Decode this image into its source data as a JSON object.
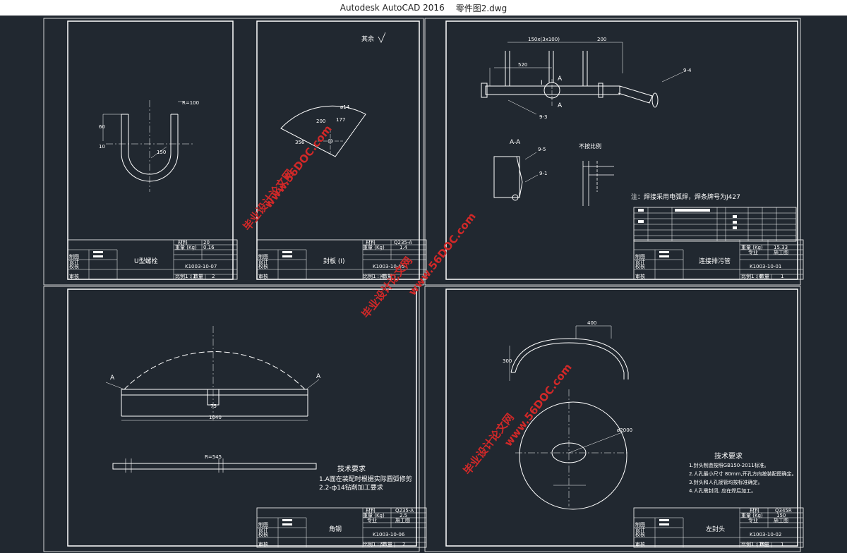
{
  "window": {
    "app_name": "Autodesk AutoCAD 2016",
    "file_name": "零件图2.dwg"
  },
  "watermarks": {
    "cn": "毕业设计论文网",
    "url": "www.56DOC.com"
  },
  "tb_labels": {
    "material": "材料",
    "weight": "重量 (Kg)",
    "specialty": "专业",
    "construction": "施工图",
    "drawn": "制图",
    "design": "设计",
    "check": "校核",
    "review": "审核",
    "scale": "比例",
    "qty": "数量"
  },
  "drawings": {
    "u_bolt": {
      "material": "20",
      "weight": "0.16",
      "name": "U型螺栓",
      "code": "K1003-10-07",
      "scale": "1 : 1",
      "qty": "2",
      "dims": [
        "R=100",
        "10",
        "60",
        "150"
      ]
    },
    "seal_plate": {
      "material": "Q235-A",
      "weight": "1.4",
      "name": "封板 (I)",
      "code": "K1003-10-05",
      "scale": "1 : 4",
      "qty": "",
      "note": "其余",
      "dims": [
        "177",
        "200",
        "356",
        "ø14"
      ]
    },
    "discharge_pipe": {
      "weight": "15.33",
      "name": "连接排污管",
      "code": "K1003-10-01",
      "scale": "1 : 6",
      "qty": "1",
      "note": "注：焊接采用电弧焊，焊条牌号为J427",
      "section_label": "A-A",
      "detail_label": "不按比例",
      "callouts": [
        "9-4",
        "9-3",
        "9-5",
        "9-1",
        "A",
        "A",
        "I"
      ]
    },
    "angle_steel": {
      "material": "Q235-A",
      "weight": "2.5",
      "name": "角钢",
      "code": "K1003-10-06",
      "scale": "1 : 5",
      "qty": "2",
      "req_title": "技术要求",
      "req_items": [
        "1.A面在装配时根据实际圆弧修剪",
        "2.2-ф14钻削加工要求"
      ],
      "dims": [
        "A",
        "A",
        "1040",
        "75",
        "R=545"
      ]
    },
    "left_head": {
      "material": "Q345R",
      "weight": "150",
      "name": "左封头",
      "code": "K1003-10-02",
      "scale": "1 : 10",
      "qty": "1",
      "req_title": "技术要求",
      "req_items": [
        "1.封头制造按照GB150-2011标准。",
        "2.人孔最小尺寸 80mm,开孔方向按装配图确定。",
        "3.封头和人孔接管均按标准确定。",
        "4.人孔需封闭, 应在焊后加工。"
      ],
      "dims": [
        "400",
        "300",
        "ø2000"
      ]
    }
  },
  "colors": {
    "bg": "#212830",
    "line": "#ffffff",
    "accent": "#ffff00",
    "watermark": "#d12828"
  }
}
